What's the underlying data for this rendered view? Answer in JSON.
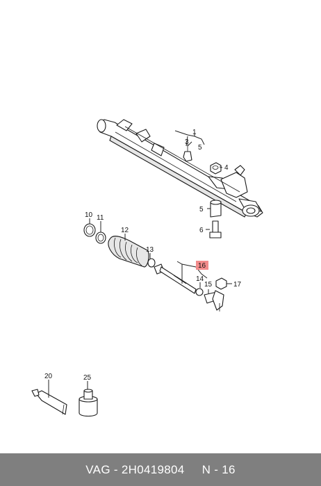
{
  "callouts": {
    "c1": "1",
    "c3": "3",
    "c5a": "5",
    "c4": "4",
    "c5b": "5",
    "c6": "6",
    "c10": "10",
    "c11": "11",
    "c12": "12",
    "c13": "13",
    "c16": "16",
    "c14": "14",
    "c15": "15",
    "c17": "17",
    "c20": "20",
    "c25": "25"
  },
  "highlight_color": "#f28b8b",
  "footer": {
    "brand": "VAG",
    "sep1": " - ",
    "part_number": "2H0419804",
    "gap": "     ",
    "position": "N - 16"
  },
  "footer_color": "#7f7f7f"
}
